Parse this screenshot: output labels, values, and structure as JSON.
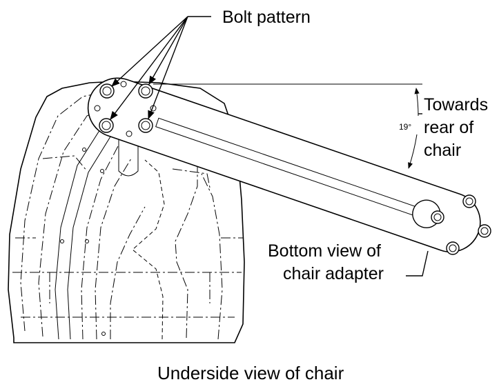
{
  "labels": {
    "bolt_pattern": "Bolt pattern",
    "towards_line1": "Towards",
    "towards_line2": "rear of",
    "towards_line3": "chair",
    "angle": "19°",
    "bottom_view_line1": "Bottom view of",
    "bottom_view_line2": "chair adapter",
    "caption": "Underside view  of chair"
  }
}
